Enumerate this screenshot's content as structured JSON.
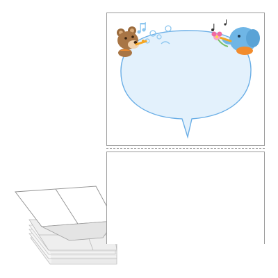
{
  "product": {
    "type": "fanfold-label",
    "labels_per_sheet": 2,
    "perforated": true
  },
  "label_design": {
    "bubble_fill": "#e3f1fc",
    "bubble_stroke": "#6aaee6",
    "characters": [
      "bear-with-flute",
      "elephant-with-trumpet"
    ],
    "note_color": "#8cc6ef"
  }
}
